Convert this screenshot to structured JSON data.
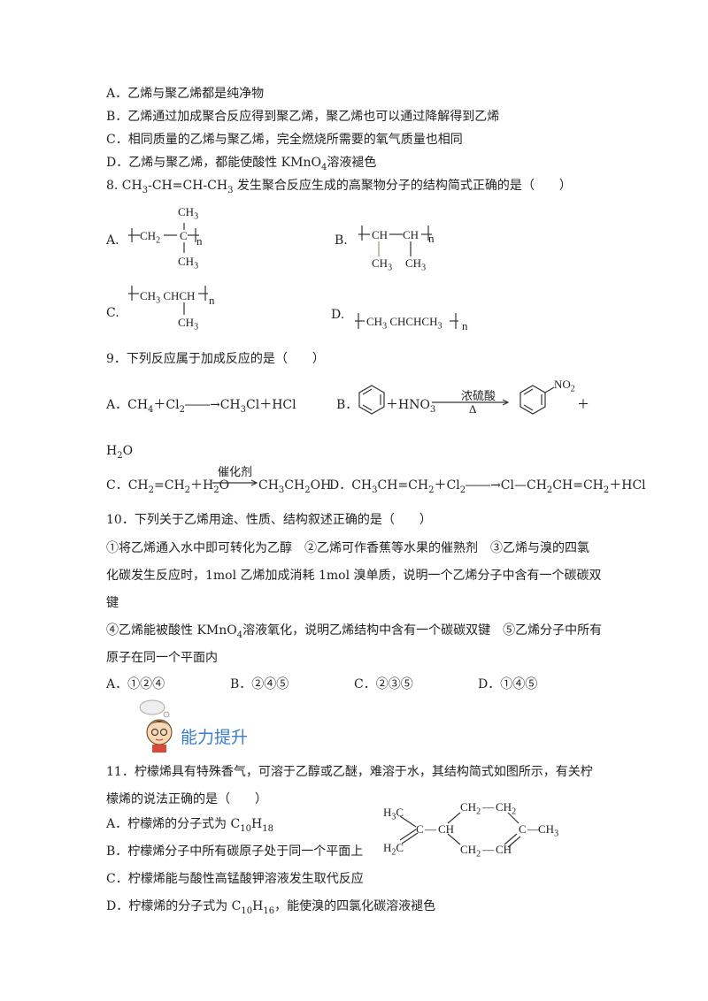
{
  "q7_options": {
    "A": "A．乙烯与聚乙烯都是纯净物",
    "B": "B．乙烯通过加成聚合反应得到聚乙烯，聚乙烯也可以通过降解得到乙烯",
    "C": "C．相同质量的乙烯与聚乙烯，完全燃烧所需要的氧气质量也相同",
    "D_pre": "D．乙烯与聚乙烯，都能使酸性 KMnO",
    "D_sub": "4",
    "D_post": "溶液褪色"
  },
  "q8": {
    "stem_pre": "8. CH",
    "stem_s1": "3",
    "stem_mid": "-CH=CH-CH",
    "stem_s2": "3",
    "stem_post": " 发生聚合反应生成的高聚物分子的结构简式正确的是（　　）",
    "A_label": "A.",
    "B_label": "B.",
    "C_label": "C.",
    "D_label": "D.",
    "A_top": "CH",
    "A_top_sub": "3",
    "A_main": "CH",
    "A_main_sub": "2",
    "A_c": "C",
    "A_bot": "CH",
    "A_bot_sub": "3",
    "B_main1": "CH",
    "B_main2": "CH",
    "B_bot1": "CH",
    "B_bot1_sub": "3",
    "B_bot2": "CH",
    "B_bot2_sub": "3",
    "C_main_a": "CH",
    "C_main_a_sub": "3",
    "C_main_b": " CHCH",
    "C_bot": "CH",
    "C_bot_sub": "3",
    "D_main_a": "CH",
    "D_main_a_sub": "3",
    "D_main_b": " CHCHCH",
    "D_main_b_sub": "3",
    "n": "n"
  },
  "q9": {
    "stem": "9．下列反应属于加成反应的是（　　）",
    "A_pre": "A．CH",
    "A_s1": "4",
    "A_mid": "＋Cl",
    "A_s2": "2",
    "A_arrow": "――→",
    "A_prod": "CH",
    "A_s3": "3",
    "A_post": "Cl＋HCl",
    "B_label": "B．",
    "B_reagent": "＋HNO",
    "B_reagent_sub": "3",
    "B_cond_top": "浓硫酸",
    "B_cond_bot": "Δ",
    "B_no2": "NO",
    "B_no2_sub": "2",
    "B_plus": "＋",
    "B_water": "H",
    "B_water_sub": "2",
    "B_water_post": "O",
    "C_pre": "C．CH",
    "C_s1": "2",
    "C_mid": "=CH",
    "C_s2": "2",
    "C_mid2": "＋H",
    "C_s3": "2",
    "C_mid3": "O",
    "C_cond": "催化剂",
    "C_prod": "CH",
    "C_s4": "3",
    "C_prod2": "CH",
    "C_s5": "2",
    "C_prod3": "OH",
    "D_pre": "D．CH",
    "D_s1": "3",
    "D_mid": "CH=CH",
    "D_s2": "2",
    "D_mid2": "＋Cl",
    "D_s3": "2",
    "D_arrow": "――→",
    "D_prod": "Cl—CH",
    "D_s4": "2",
    "D_prod2": "CH=CH",
    "D_s5": "2",
    "D_prod3": "＋HCl"
  },
  "q10": {
    "stem": "10．下列关于乙烯用途、性质、结构叙述正确的是（　　）",
    "l1": "①将乙烯通入水中即可转化为乙醇　②乙烯可作香蕉等水果的催熟剂　③乙烯与溴的四氯",
    "l2": "化碳发生反应时，1mol 乙烯加成消耗 1mol 溴单质，说明一个乙烯分子中含有一个碳碳双",
    "l3": "键",
    "l4_pre": "④乙烯能被酸性 KMnO",
    "l4_sub": "4",
    "l4_post": "溶液氧化，说明乙烯结构中含有一个碳碳双键　⑤乙烯分子中所有",
    "l5": "原子在同一个平面内",
    "A": "A．①②④",
    "B": "B．②④⑤",
    "C": "C．②③⑤",
    "D": "D．①④⑤"
  },
  "section": {
    "title": "能力提升"
  },
  "q11": {
    "l1": "11．柠檬烯具有特殊香气，可溶于乙醇或乙醚，难溶于水，其结构简式如图所示，有关柠",
    "l2": "檬烯的说法正确的是（　　）",
    "A_pre": "A．柠檬烯的分子式为 C",
    "A_s1": "10",
    "A_mid": "H",
    "A_s2": "18",
    "B": "B．柠檬烯分子中所有碳原子处于同一个平面上",
    "C": "C．柠檬烯能与酸性高锰酸钾溶液发生取代反应",
    "D_pre": "D．柠檬烯的分子式为 C",
    "D_s1": "10",
    "D_mid": "H",
    "D_s2": "16",
    "D_post": "，能使溴的四氯化碳溶液褪色",
    "s_h3c": "H",
    "s_h3c_sub": "3",
    "s_h3c_post": "C",
    "s_h2c": "H",
    "s_h2c_sub": "2",
    "s_h2c_post": "C",
    "s_c": "C",
    "s_dash1": "—",
    "s_ch": "CH",
    "s_ch2a": "CH",
    "s_ch2a_sub": "2",
    "s_dash2": "—",
    "s_ch2b": "CH",
    "s_ch2b_sub": "2",
    "s_c2": "C",
    "s_dash3": "—",
    "s_ch3": "CH",
    "s_ch3_sub": "3",
    "s_ch2c": "CH",
    "s_ch2c_sub": "2",
    "s_dash4": "—",
    "s_ch_end": "CH"
  }
}
